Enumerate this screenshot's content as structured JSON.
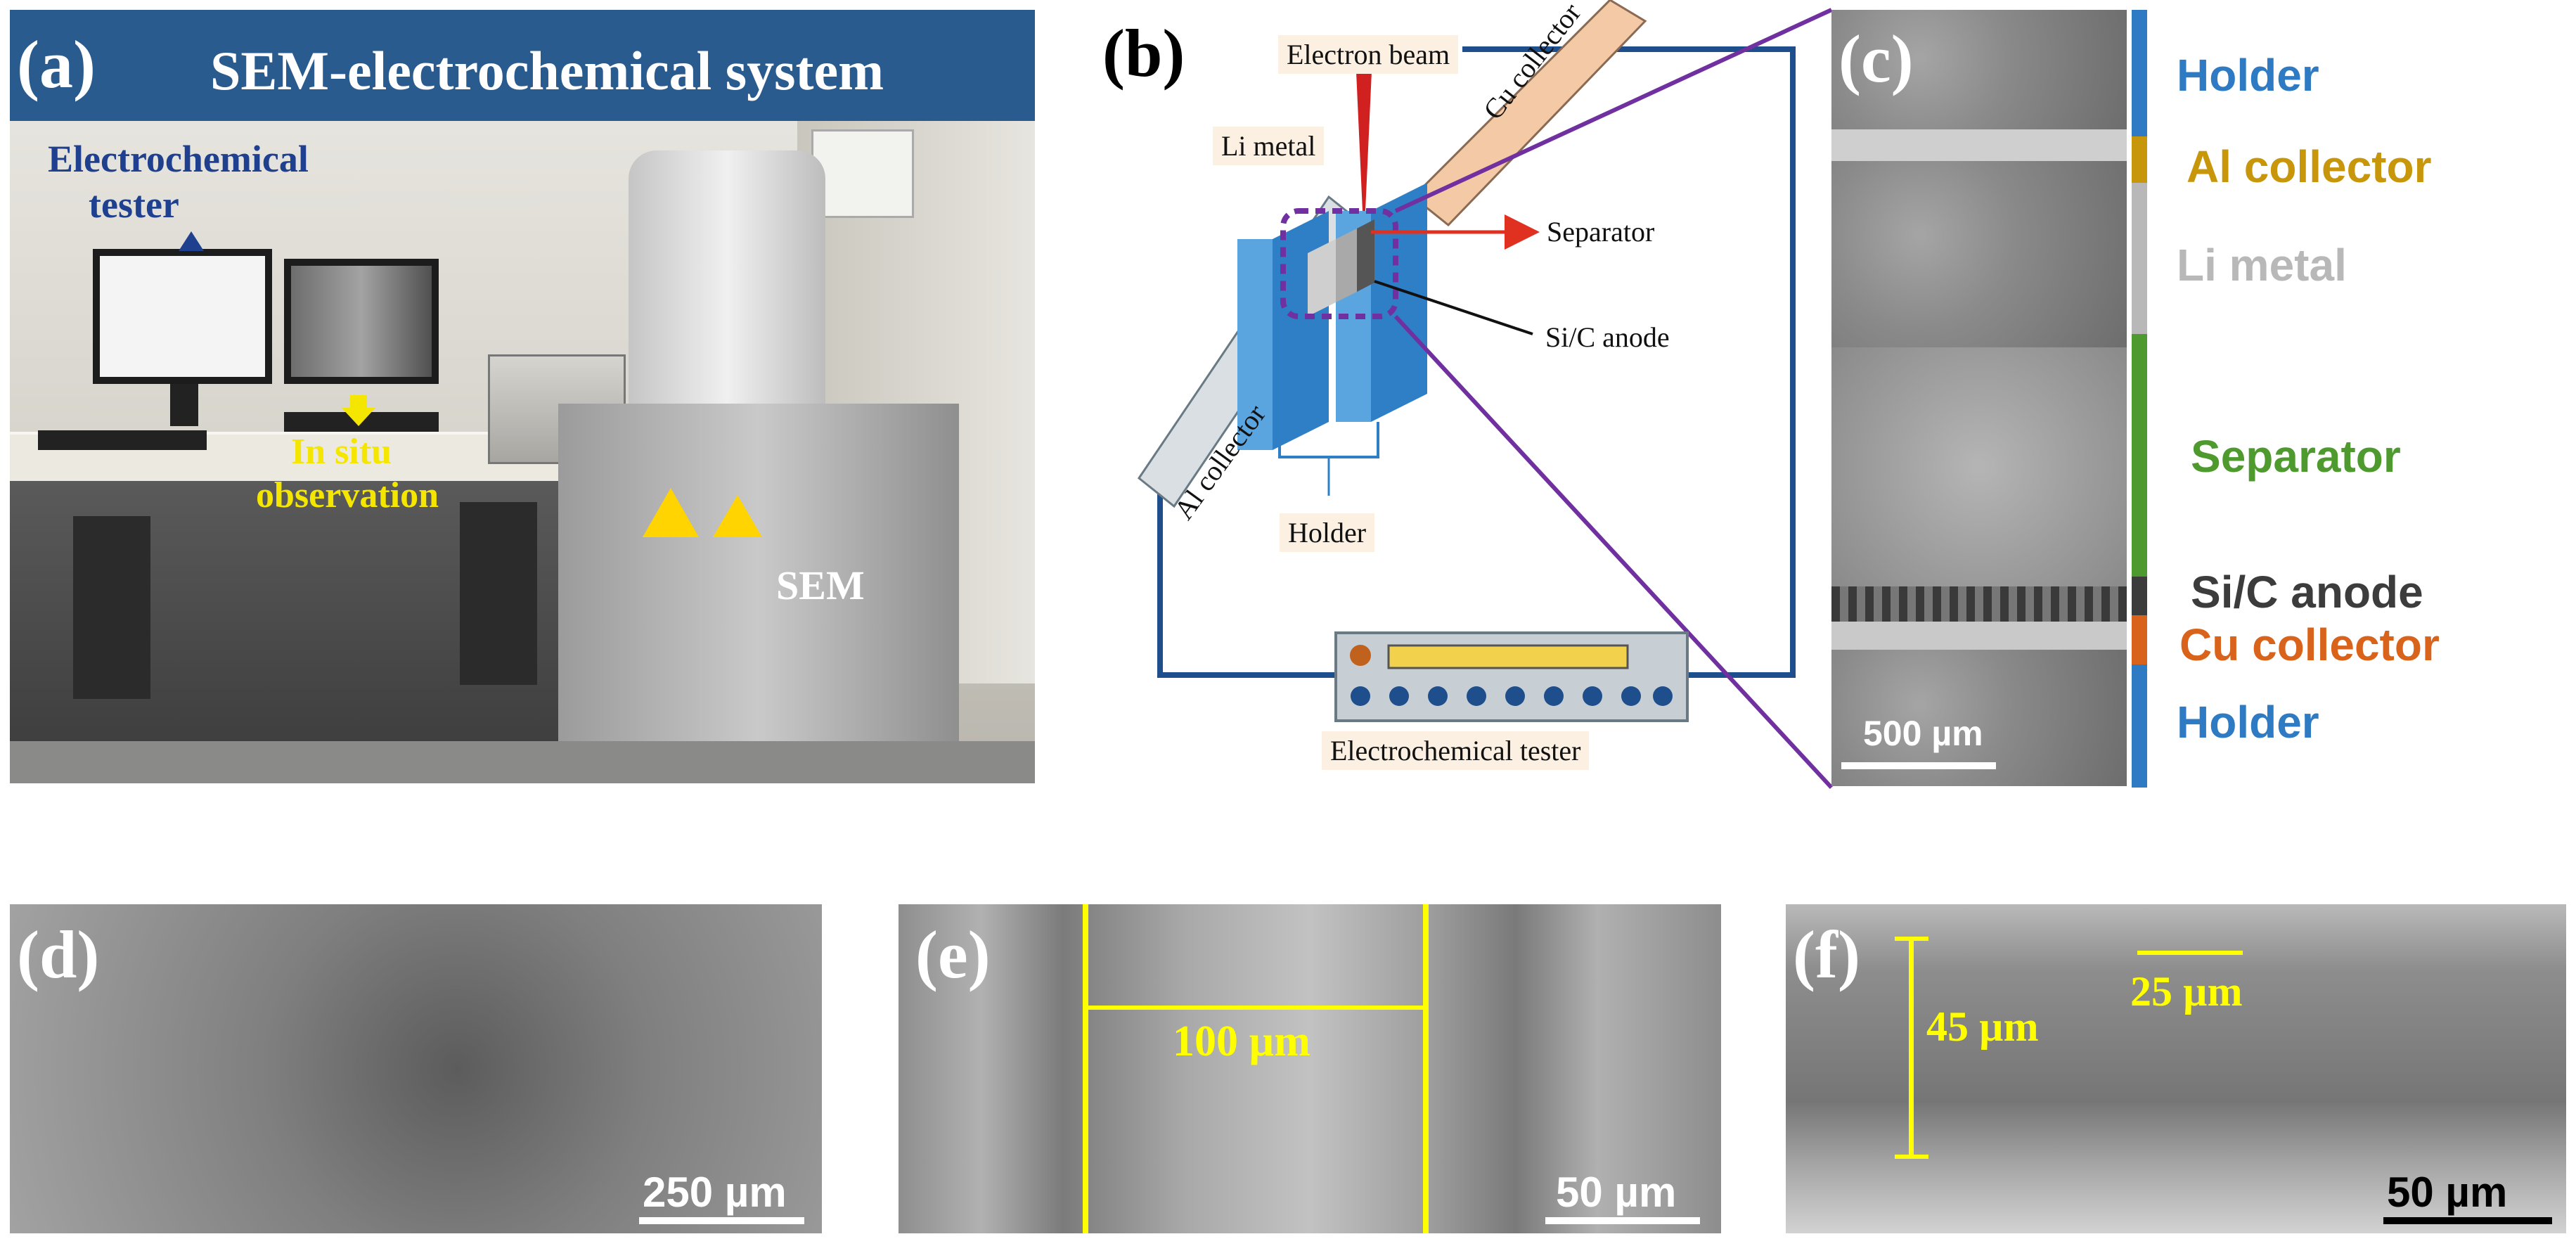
{
  "panel_a": {
    "label": "(a)",
    "title": "SEM-electrochemical system",
    "electrochemical_tester": [
      "Electrochemical",
      "tester"
    ],
    "in_situ_observation": [
      "In situ",
      "observation"
    ],
    "sem": "SEM"
  },
  "panel_b": {
    "label": "(b)",
    "electron_beam": "Electron beam",
    "li_metal": "Li metal",
    "cu_collector": "Cu collector",
    "separator": "Separator",
    "si_c_anode": "Si/C anode",
    "al_collector": "Al collector",
    "holder": "Holder",
    "electrochemical_tester": "Electrochemical tester"
  },
  "panel_c": {
    "label": "(c)",
    "scale_bar": "500 µm",
    "layers": [
      {
        "name": "Holder",
        "color": "#2e7bc4"
      },
      {
        "name": "Al collector",
        "color": "#c8960a"
      },
      {
        "name": "Li metal",
        "color": "#b8b8b8"
      },
      {
        "name": "Separator",
        "color": "#4e9a2f"
      },
      {
        "name": "Si/C anode",
        "color": "#3c3c3c"
      },
      {
        "name": "Cu collector",
        "color": "#d9631a"
      },
      {
        "name": "Holder",
        "color": "#2e7bc4"
      }
    ]
  },
  "panel_d": {
    "label": "(d)",
    "scale_bar": "250 µm"
  },
  "panel_e": {
    "label": "(e)",
    "measurement": "100 µm",
    "scale_bar": "50 µm"
  },
  "panel_f": {
    "label": "(f)",
    "measurement_height": "45 µm",
    "measurement_width": "25 µm",
    "scale_bar": "50 µm"
  },
  "colors": {
    "banner": "#2a5b8e",
    "yellow": "#ffff00",
    "wire": "#1f4e8c",
    "purple": "#7030a0",
    "arrow_red": "#e03020"
  }
}
